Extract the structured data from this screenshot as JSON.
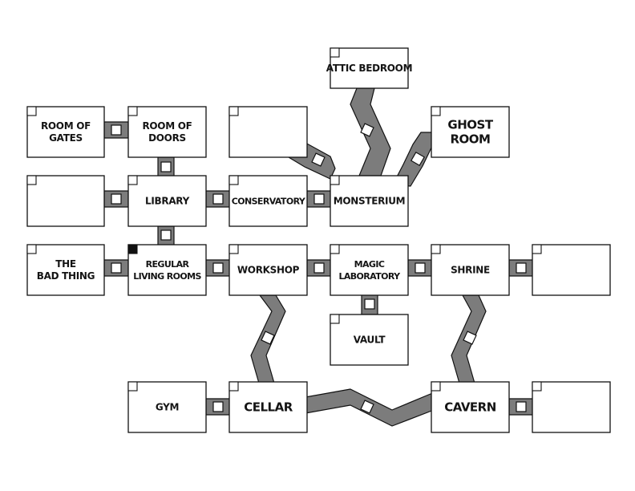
{
  "rooms": {
    "attic_bedroom": {
      "lines": [
        "ATTIC BEDROOM"
      ]
    },
    "room_of_gates": {
      "lines": [
        "ROOM OF",
        "GATES"
      ]
    },
    "room_of_doors": {
      "lines": [
        "ROOM OF",
        "DOORS"
      ]
    },
    "empty_top": {
      "lines": []
    },
    "ghost_room": {
      "lines": [
        "GHOST",
        "ROOM"
      ]
    },
    "empty_left": {
      "lines": []
    },
    "library": {
      "lines": [
        "LIBRARY"
      ]
    },
    "conservatory": {
      "lines": [
        "CONSERVATORY"
      ]
    },
    "monsterium": {
      "lines": [
        "MONSTERIUM"
      ]
    },
    "the_bad_thing": {
      "lines": [
        "THE",
        "BAD THING"
      ]
    },
    "regular_living_rooms": {
      "lines": [
        "REGULAR",
        "LIVING ROOMS"
      ]
    },
    "workshop": {
      "lines": [
        "WORKSHOP"
      ]
    },
    "magic_laboratory": {
      "lines": [
        "MAGIC",
        "LABORATORY"
      ]
    },
    "shrine": {
      "lines": [
        "SHRINE"
      ]
    },
    "empty_right": {
      "lines": []
    },
    "vault": {
      "lines": [
        "VAULT"
      ]
    },
    "gym": {
      "lines": [
        "GYM"
      ]
    },
    "cellar": {
      "lines": [
        "CELLAR"
      ]
    },
    "cavern": {
      "lines": [
        "CAVERN"
      ]
    },
    "empty_bottom_right": {
      "lines": []
    }
  },
  "current_room": "regular_living_rooms",
  "colors": {
    "corridor": "#7c7c7c",
    "outline": "#111111",
    "room_fill": "#ffffff",
    "current_marker": "#111111"
  }
}
